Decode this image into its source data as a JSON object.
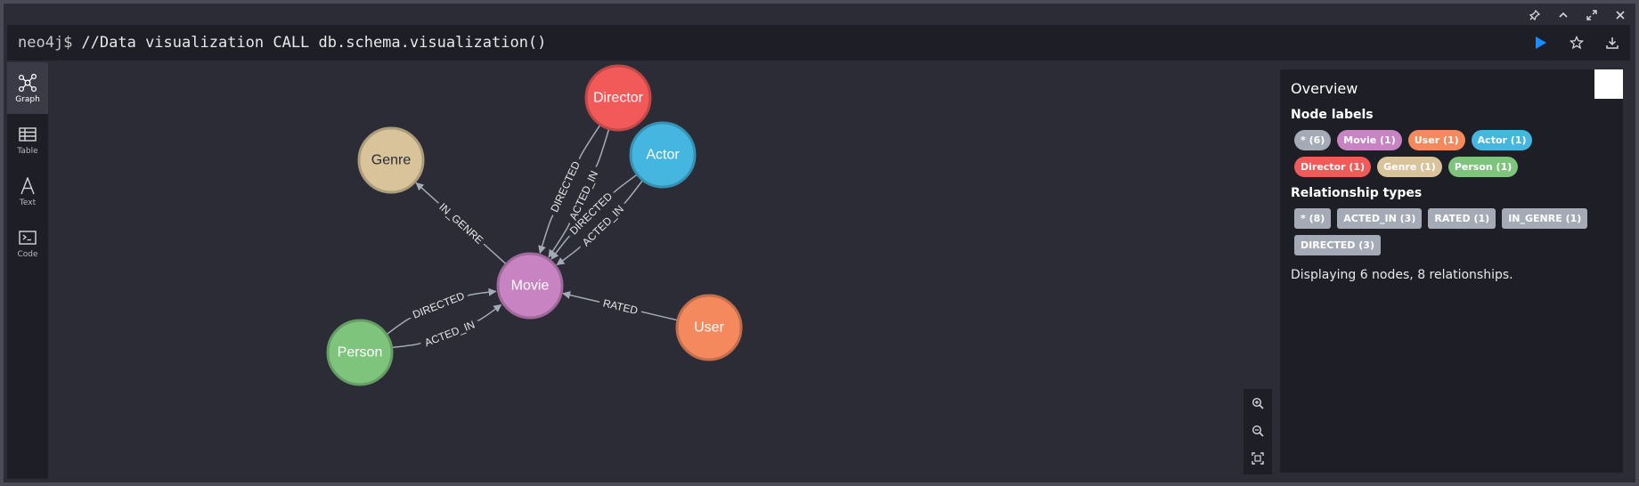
{
  "editor": {
    "prompt": "neo4j$",
    "query": "//Data visualization CALL db.schema.visualization()"
  },
  "window_controls": [
    "pin-icon",
    "collapse-icon",
    "fullscreen-icon",
    "close-icon"
  ],
  "sidebar": {
    "items": [
      {
        "label": "Graph",
        "icon": "graph-icon",
        "active": true
      },
      {
        "label": "Table",
        "icon": "table-icon",
        "active": false
      },
      {
        "label": "Text",
        "icon": "text-icon",
        "active": false
      },
      {
        "label": "Code",
        "icon": "code-icon",
        "active": false
      }
    ]
  },
  "graph": {
    "nodes": [
      {
        "id": "director",
        "label": "Director",
        "color": "#f25a5a"
      },
      {
        "id": "genre",
        "label": "Genre",
        "color": "#d8c39a"
      },
      {
        "id": "actor",
        "label": "Actor",
        "color": "#44b6df"
      },
      {
        "id": "movie",
        "label": "Movie",
        "color": "#c883c2"
      },
      {
        "id": "person",
        "label": "Person",
        "color": "#7ec47d"
      },
      {
        "id": "user",
        "label": "User",
        "color": "#f5895e"
      }
    ],
    "relationships": [
      {
        "from": "director",
        "to": "movie",
        "type": "ACTED_IN"
      },
      {
        "from": "director",
        "to": "movie",
        "type": "DIRECTED"
      },
      {
        "from": "movie",
        "to": "genre",
        "type": "IN_GENRE"
      },
      {
        "from": "actor",
        "to": "movie",
        "type": "ACTED_IN"
      },
      {
        "from": "actor",
        "to": "movie",
        "type": "DIRECTED"
      },
      {
        "from": "person",
        "to": "movie",
        "type": "DIRECTED"
      },
      {
        "from": "person",
        "to": "movie",
        "type": "ACTED_IN"
      },
      {
        "from": "user",
        "to": "movie",
        "type": "RATED"
      }
    ]
  },
  "overview": {
    "title": "Overview",
    "node_labels_heading": "Node labels",
    "node_labels": [
      {
        "text": "* (6)",
        "color": "#a5abb6"
      },
      {
        "text": "Movie (1)",
        "color": "#c883c2"
      },
      {
        "text": "User (1)",
        "color": "#f5895e"
      },
      {
        "text": "Actor (1)",
        "color": "#44b6df"
      },
      {
        "text": "Director (1)",
        "color": "#f25a5a"
      },
      {
        "text": "Genre (1)",
        "color": "#d8c39a"
      },
      {
        "text": "Person (1)",
        "color": "#7ec47d"
      }
    ],
    "rel_types_heading": "Relationship types",
    "rel_types": [
      "* (8)",
      "ACTED_IN (3)",
      "RATED (1)",
      "IN_GENRE (1)",
      "DIRECTED (3)"
    ],
    "summary": "Displaying 6 nodes, 8 relationships."
  },
  "zoom_controls": [
    "zoom-in-icon",
    "zoom-out-icon",
    "fit-icon"
  ]
}
